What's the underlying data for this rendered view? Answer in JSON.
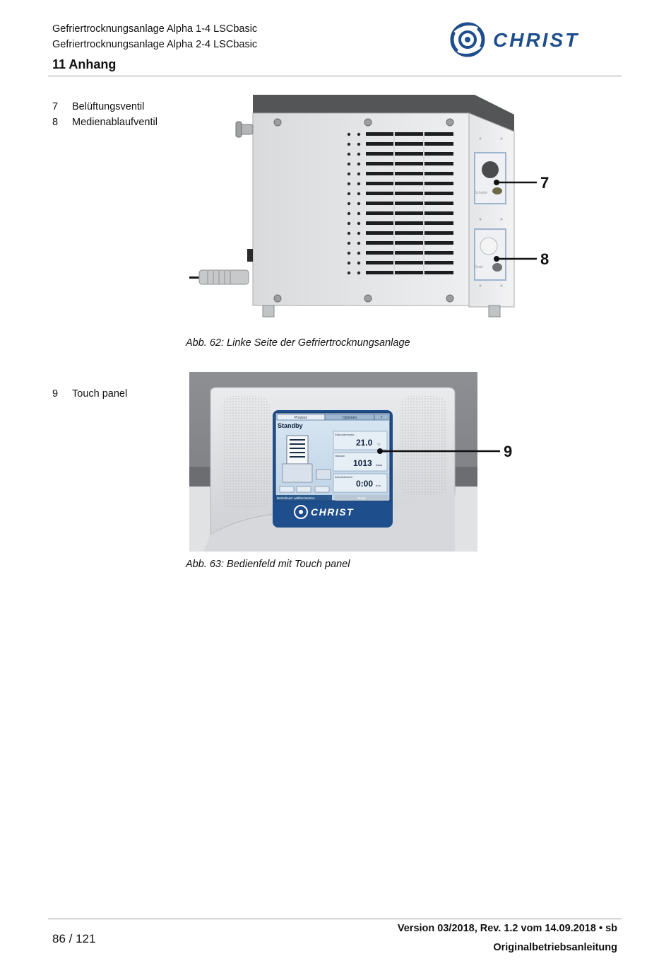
{
  "header": {
    "line1": "Gefriertrocknungsanlage Alpha 1-4 LSCbasic",
    "line2": "Gefriertrocknungsanlage Alpha 2-4 LSCbasic",
    "section": "11 Anhang",
    "logo_text": "CHRIST"
  },
  "figure1": {
    "legend": [
      {
        "num": "7",
        "label": "Belüftungsventil"
      },
      {
        "num": "8",
        "label": "Medienablaufventil"
      }
    ],
    "callouts": [
      "7",
      "8"
    ],
    "panel_labels": [
      "Schalter",
      "Drain"
    ],
    "caption": "Abb. 62: Linke Seite der Gefriertrocknungsanlage"
  },
  "figure2": {
    "legend": [
      {
        "num": "9",
        "label": "Touch panel"
      }
    ],
    "callouts": [
      "9"
    ],
    "screen": {
      "tabs": [
        "Prozess",
        "Optionen",
        "?"
      ],
      "status": "Standby",
      "eiskondensator_label": "Eiskondensator",
      "eiskondensator_value": "21.0",
      "eiskondensator_unit": "°C",
      "vakuum_label": "Vakuum",
      "vakuum_value": "1013",
      "vakuum_unit": "mbar",
      "abschnitt_label": "Abschnittszeit",
      "abschnitt_value": "0:00",
      "abschnitt_unit": "h:m",
      "bottom_left": "Betriebsart: wählen/starten",
      "bottom_right": "Stopp",
      "logo_text": "CHRIST"
    },
    "caption": "Abb. 63: Bedienfeld mit Touch panel"
  },
  "footer": {
    "page": "86 / 121",
    "version": "Version 03/2018, Rev. 1.2 vom 14.09.2018 • sb",
    "doc_type": "Originalbetriebsanleitung"
  },
  "colors": {
    "brand": "#1f4e8c",
    "rule": "#9a9a9a"
  }
}
